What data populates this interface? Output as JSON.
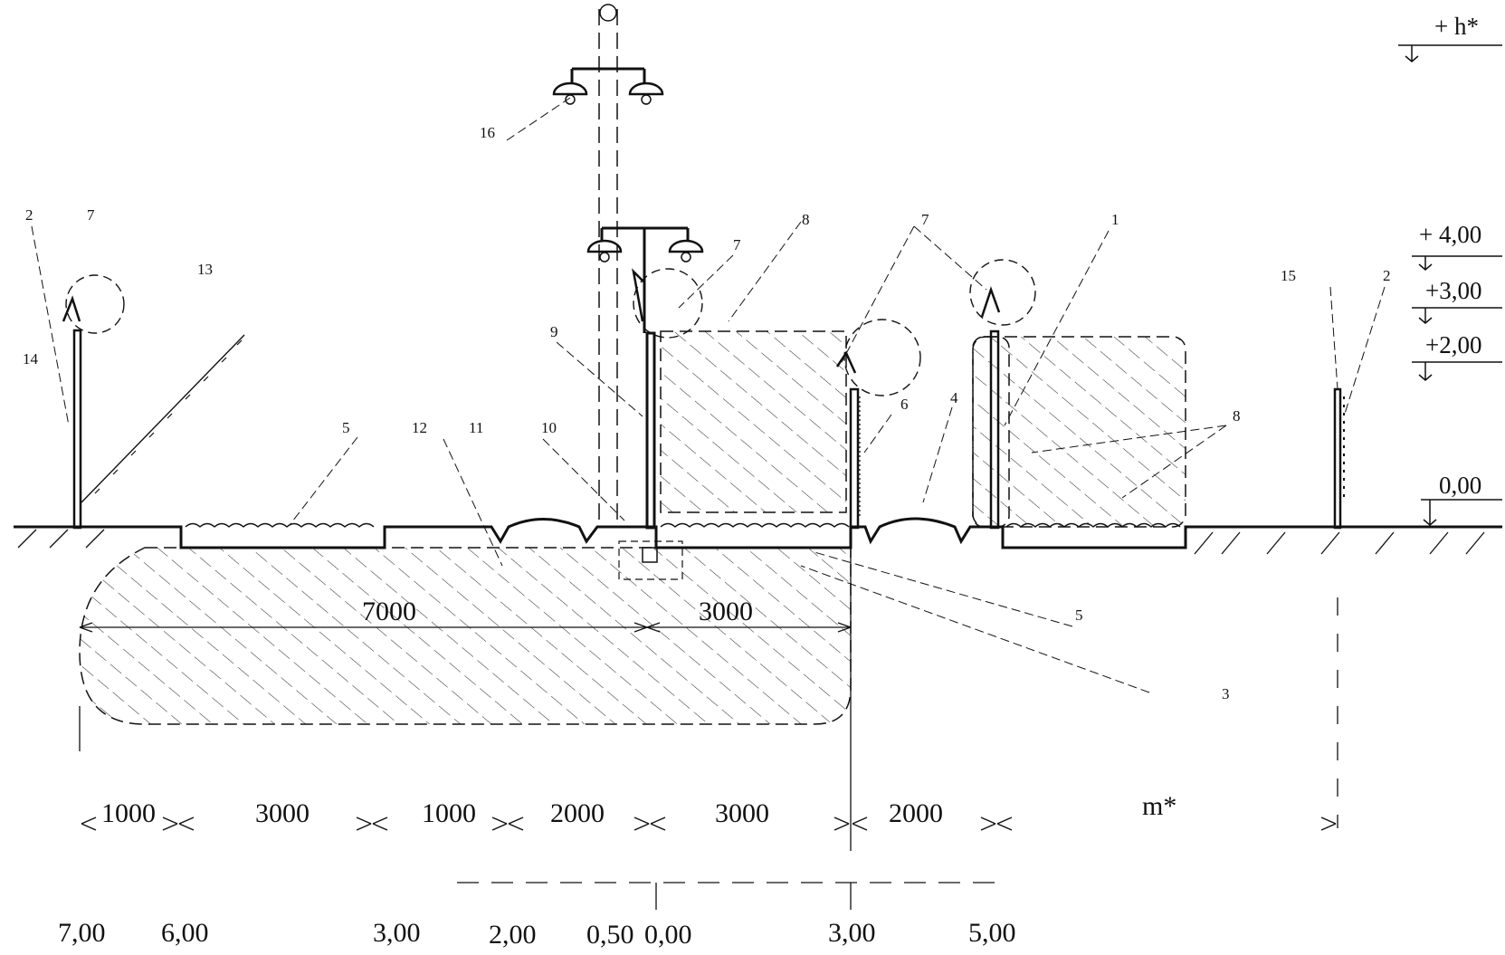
{
  "levels": {
    "h": "+ h*",
    "l4": "+ 4,00",
    "l3": "+3,00",
    "l2": "+2,00",
    "l0": "0,00"
  },
  "callouts": [
    "1",
    "2",
    "3",
    "4",
    "5",
    "6",
    "7",
    "8",
    "9",
    "10",
    "11",
    "12",
    "13",
    "14",
    "15",
    "16"
  ],
  "dimensions": {
    "upper": [
      "7000",
      "3000"
    ],
    "lower": [
      "1000",
      "3000",
      "1000",
      "2000",
      "3000",
      "2000",
      "m*"
    ]
  },
  "distance_scale": [
    "7,00",
    "6,00",
    "3,00",
    "2,00",
    "0,50",
    "0,00",
    "3,00",
    "5,00"
  ],
  "colors": {
    "line": "#111111",
    "hatch": "#333333"
  }
}
